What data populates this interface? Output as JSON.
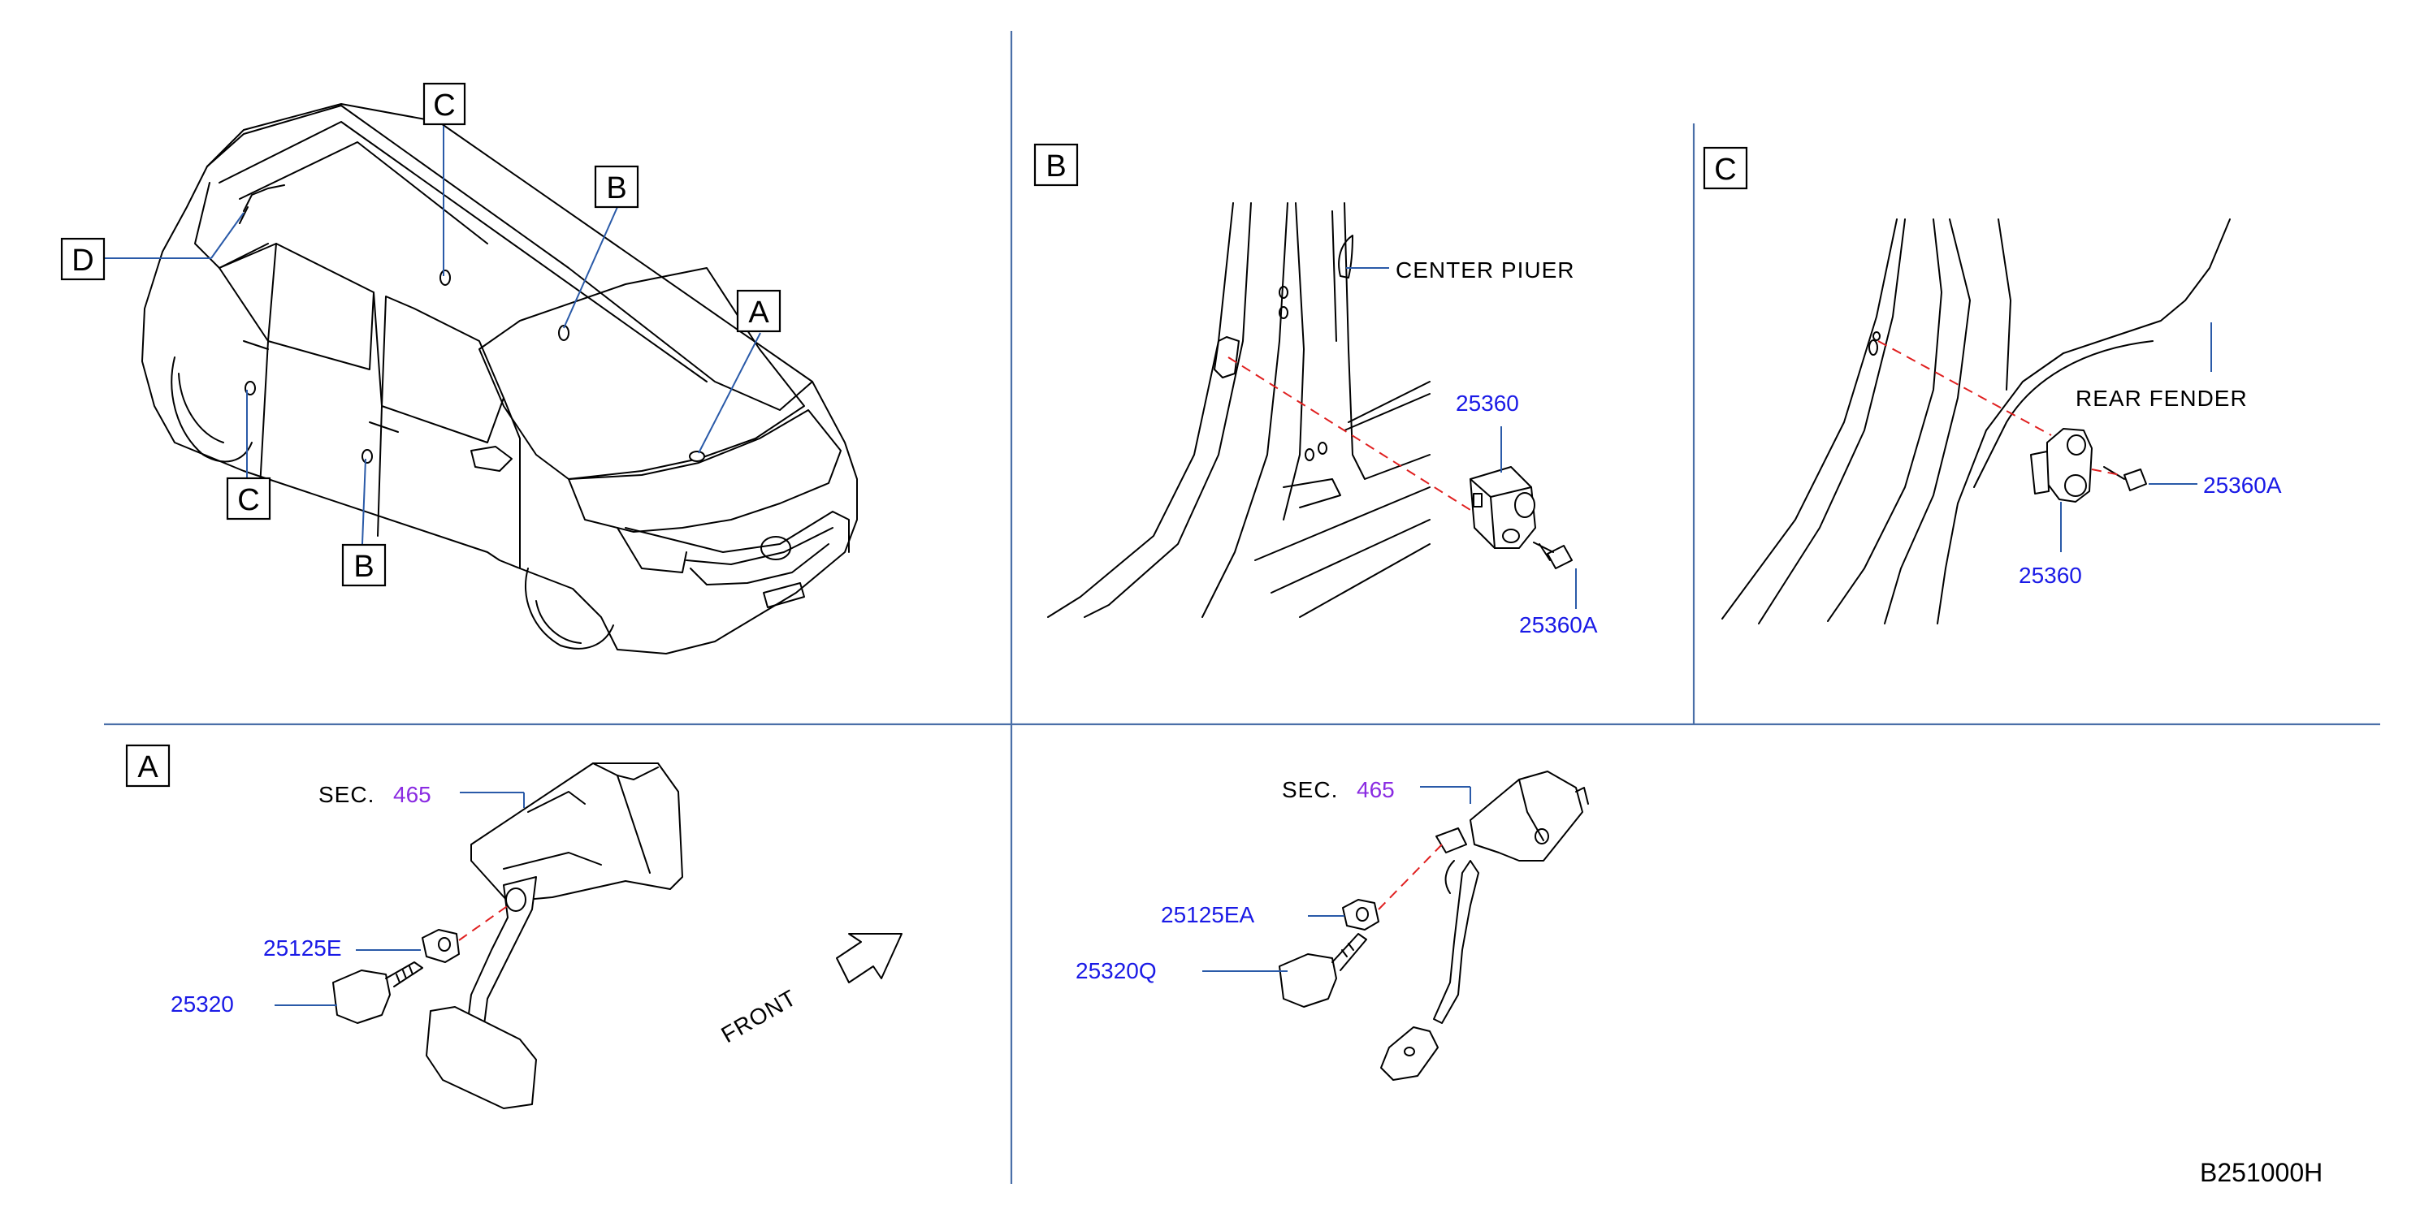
{
  "drawing_code": "B251000H",
  "callouts": {
    "A": "A",
    "B": "B",
    "C": "C",
    "D": "D"
  },
  "labels": {
    "center_pillar": "CENTER  PIUER",
    "rear_fender": "REAR  FENDER",
    "front": "FRONT",
    "sec_prefix": "SEC.",
    "sec_number": "465"
  },
  "parts": {
    "switch_b": "25360",
    "screw_b": "25360A",
    "switch_c": "25360",
    "screw_c": "25360A",
    "stopper_mt": "25125E",
    "switch_mt": "25320",
    "stopper_at": "25125EA",
    "switch_at": "25320Q"
  }
}
